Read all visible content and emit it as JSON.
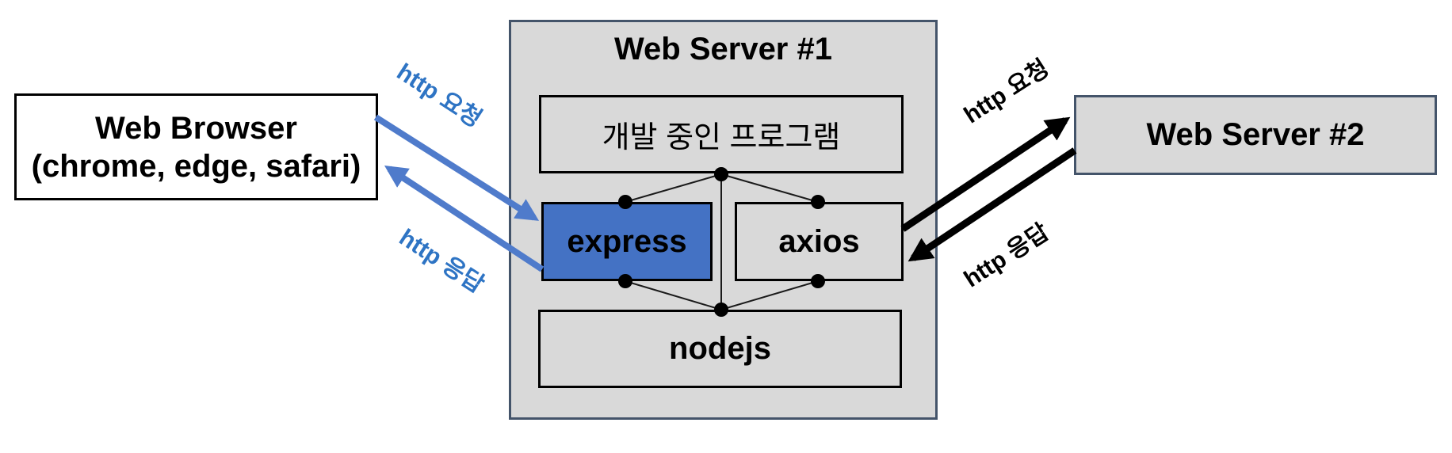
{
  "browser": {
    "title": "Web Browser",
    "subtitle": "(chrome, edge, safari)"
  },
  "server1": {
    "title": "Web Server #1",
    "dev_program": "개발 중인 프로그램",
    "express": "express",
    "axios": "axios",
    "nodejs": "nodejs"
  },
  "server2": {
    "title": "Web Server #2"
  },
  "arrows": {
    "browser_request_label": "http 요청",
    "browser_response_label": "http 응답",
    "server2_request_label": "http 요청",
    "server2_response_label": "http 응답"
  },
  "colors": {
    "express_fill": "#4472C4",
    "blue_arrow": "#4F7BCB",
    "blue_label": "#2E74C4",
    "gray_fill": "#D9D9D9",
    "slate_border": "#44546A",
    "black": "#000000",
    "background": "#FFFFFF"
  }
}
